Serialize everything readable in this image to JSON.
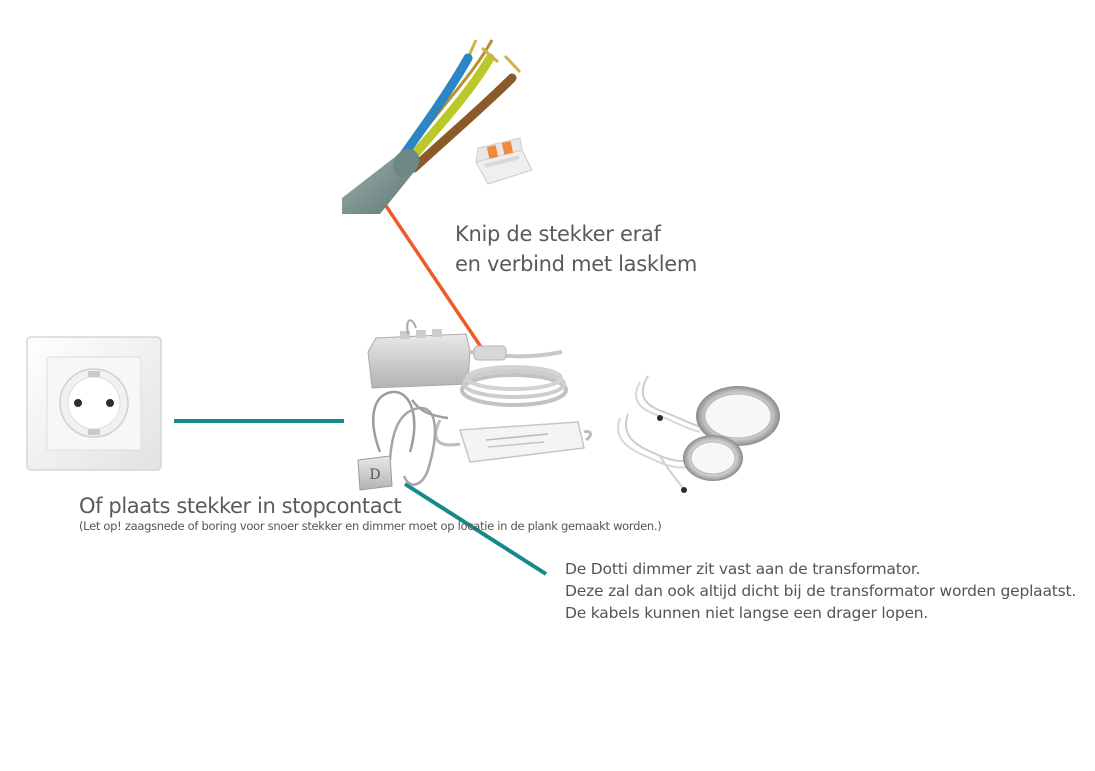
{
  "labels": {
    "cut_line1": "Knip de stekker eraf",
    "cut_line2": "en verbind met lasklem",
    "plug_main": "Of plaats stekker in stopcontact",
    "plug_note": "(Let op! zaagsnede of boring voor snoer stekker en  dimmer moet op locatie in de plank gemaakt worden.)",
    "dimmer_line1": "De Dotti dimmer zit vast aan de transformator.",
    "dimmer_line2": "Deze zal dan ook altijd dicht bij de transformator worden geplaatst.",
    "dimmer_line3": "De kabels kunnen niet langse een drager lopen."
  },
  "dimmer_logo": "D",
  "colors": {
    "orange_line": "#ef5a2a",
    "teal_line": "#168a8a",
    "cable_gray": "#7d9794",
    "wire_blue": "#2c86c4",
    "wire_yellowgreen": "#bcc82a",
    "wire_brown": "#8a5a2a",
    "text": "#555555"
  },
  "icons": [
    "power-cable-icon",
    "lever-connector-icon",
    "wall-socket-icon",
    "transformer-kit-icon",
    "dimmer-icon",
    "led-spotlights-icon"
  ]
}
